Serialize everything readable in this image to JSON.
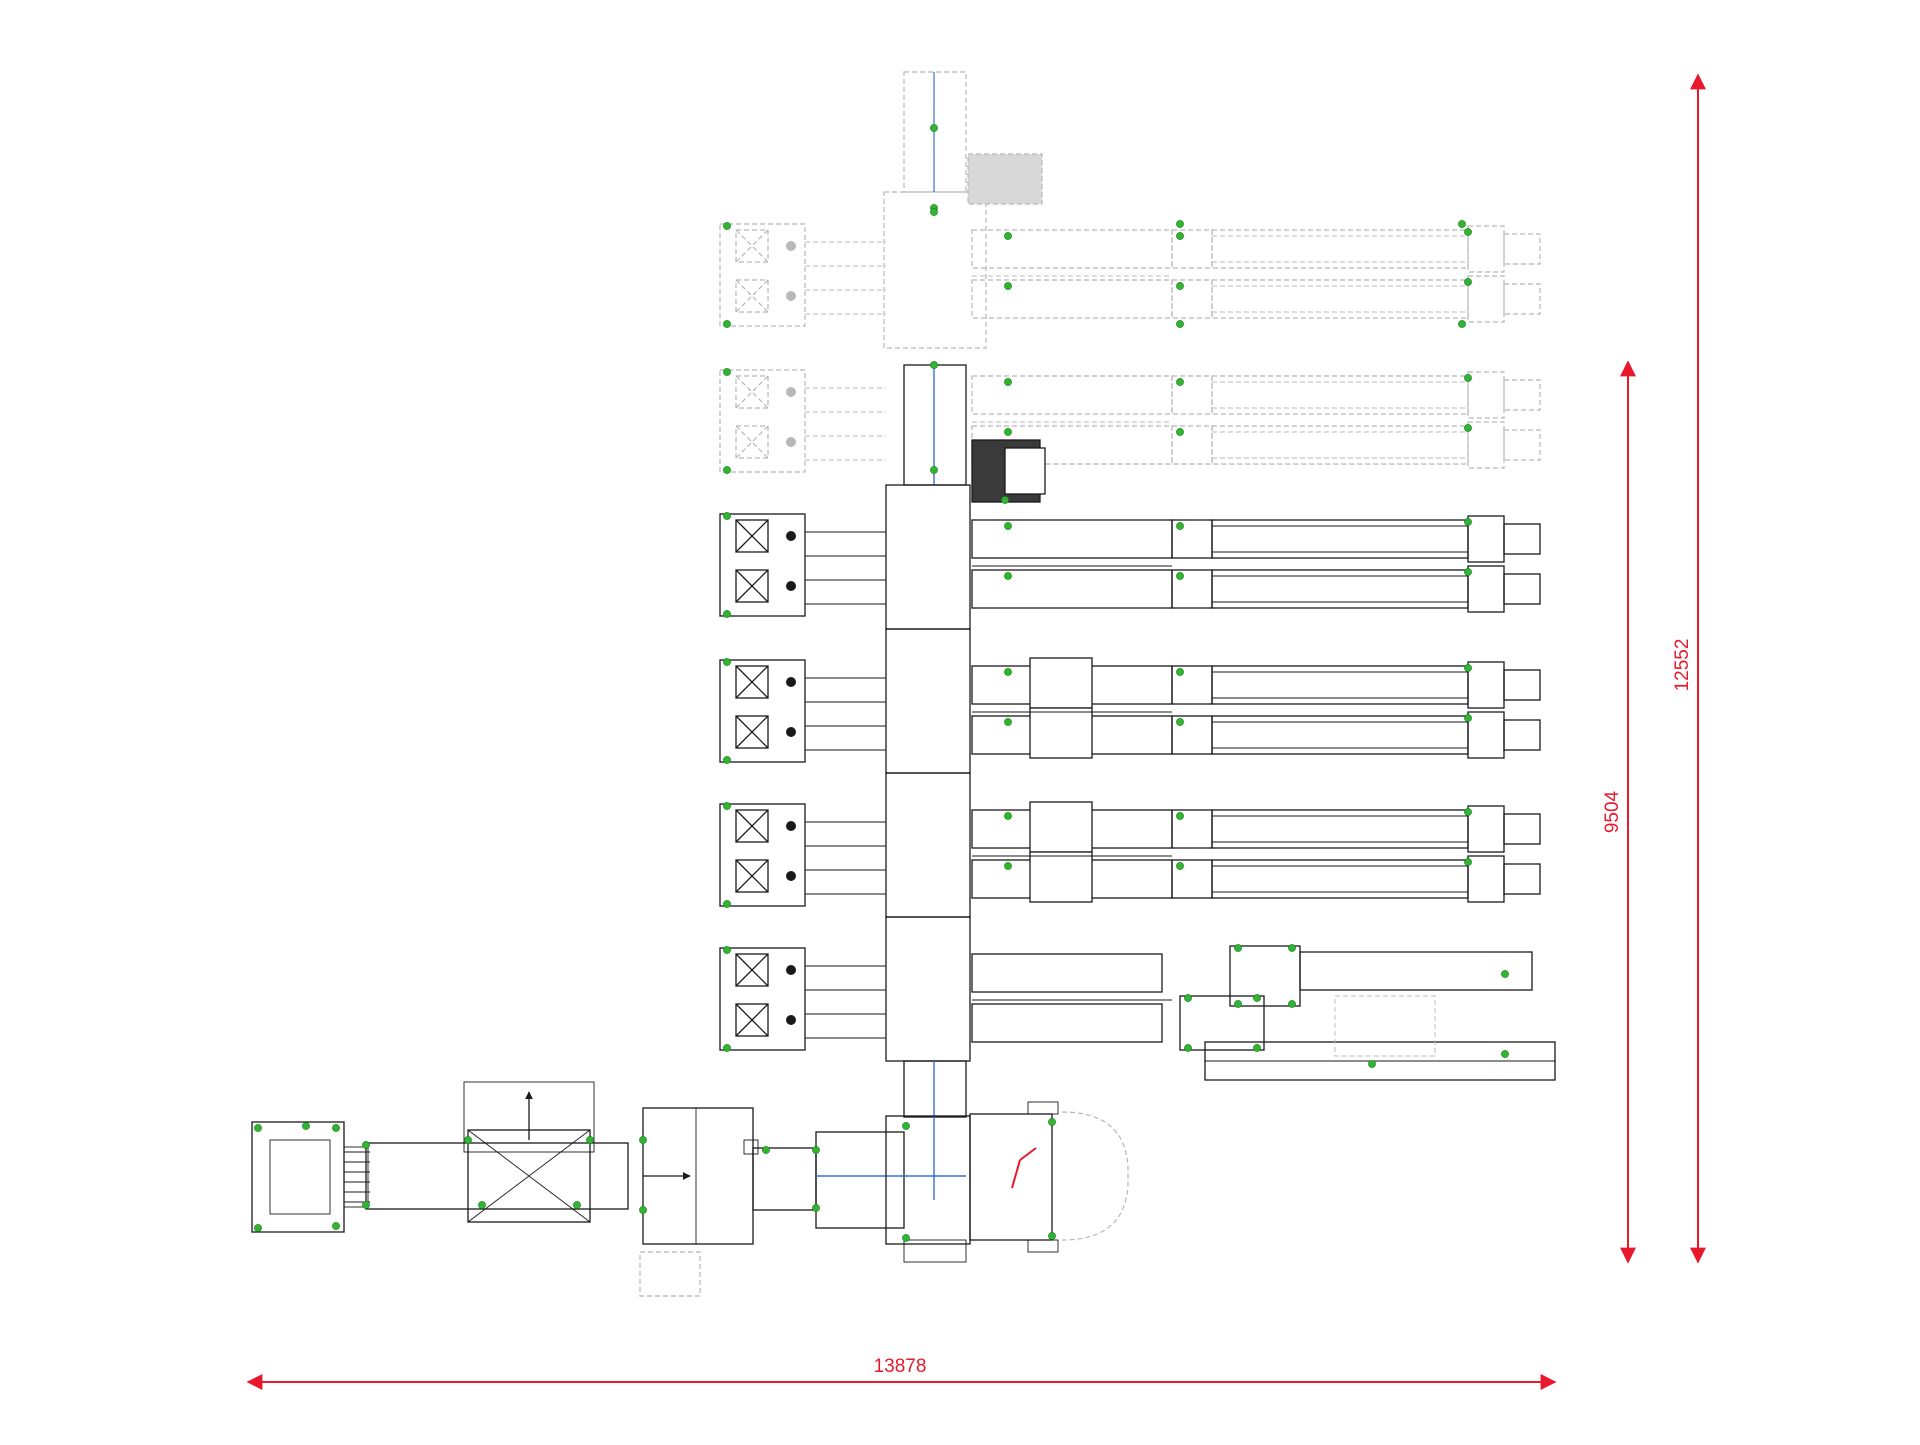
{
  "dimensions": {
    "width_label": "13878",
    "height_inner_label": "9504",
    "height_outer_label": "12552"
  },
  "colors": {
    "dimension": "#e8192c",
    "line": "#1a1a1a",
    "ghost": "#b8b8b8",
    "sensor": "#2fb52f",
    "axis": "#3a6fd8",
    "background": "#ffffff"
  },
  "layout_views": {
    "installed": "solid",
    "future_expansion": "dashed"
  },
  "storage_modules": {
    "installed_count": 4,
    "future_count": 2
  }
}
